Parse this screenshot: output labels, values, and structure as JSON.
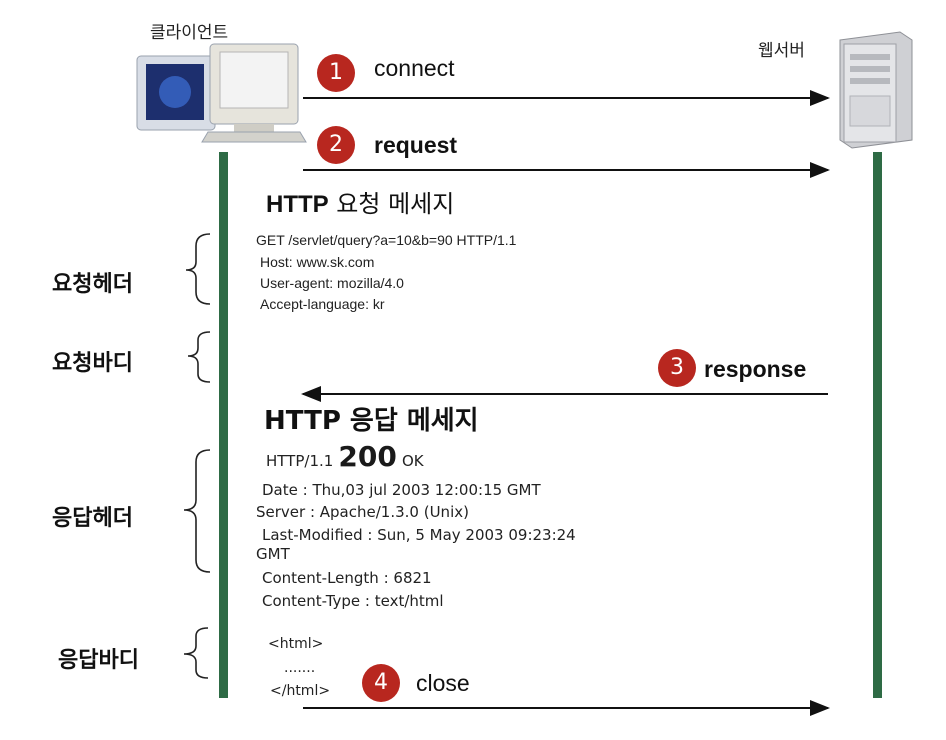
{
  "actors": {
    "client": "클라이언트",
    "server": "웹서버"
  },
  "steps": [
    {
      "num": "1",
      "label": "connect"
    },
    {
      "num": "2",
      "label": "request"
    },
    {
      "num": "3",
      "label": "response"
    },
    {
      "num": "4",
      "label": "close"
    }
  ],
  "request": {
    "title_bold": "HTTP",
    "title_rest": " 요청 메세지",
    "lines": [
      "GET /servlet/query?a=10&b=90 HTTP/1.1",
      "Host:  www.sk.com",
      "User-agent: mozilla/4.0",
      "Accept-language: kr"
    ]
  },
  "response": {
    "title": "HTTP 응답 메세지",
    "status_prefix": "HTTP/1.1",
    "status_code": "200",
    "status_text": "OK",
    "lines": [
      "Date : Thu,03 jul 2003 12:00:15 GMT",
      "Server : Apache/1.3.0 (Unix)",
      "Last-Modified : Sun, 5 May 2003 09:23:24",
      "GMT",
      "Content-Length : 6821",
      "Content-Type : text/html"
    ],
    "body_lines": [
      "<html>",
      ".......",
      "</html>"
    ]
  },
  "sections": {
    "req_header": "요청헤더",
    "req_body": "요청바디",
    "res_header": "응답헤더",
    "res_body": "응답바디"
  },
  "colors": {
    "lifeline": "#2e6b45",
    "step_circle": "#b8271f",
    "arrow": "#111111"
  }
}
